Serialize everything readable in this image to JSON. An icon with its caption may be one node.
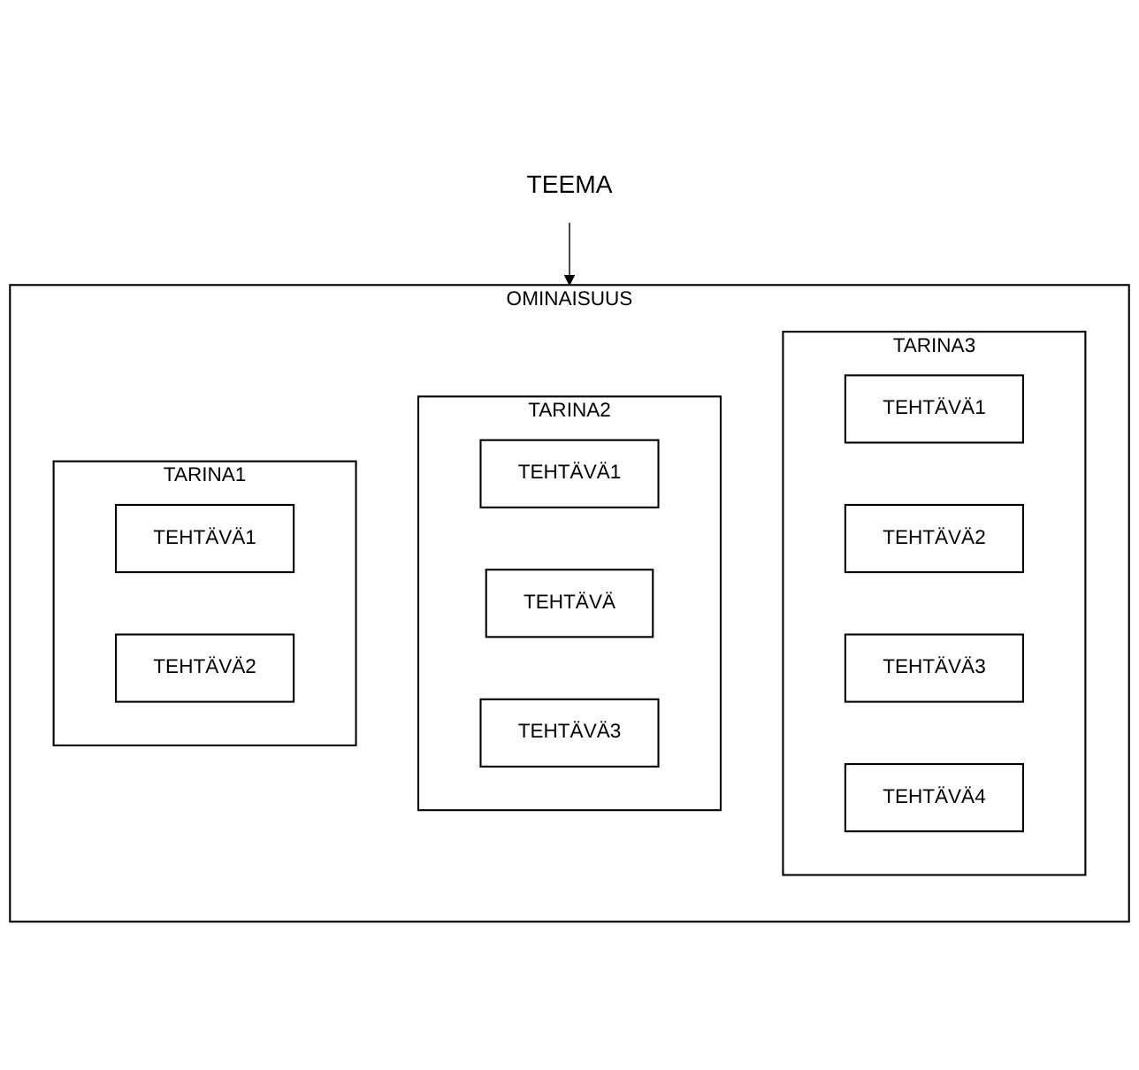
{
  "diagram": {
    "nodes": [
      {
        "text": [
          "TEEMA"
        ]
      },
      {
        "text": [
          "OMINAISUUS"
        ]
      },
      {
        "text": [
          "TARINA1"
        ],
        "in": 1
      },
      {
        "text": [
          "TEHTÄVÄ1"
        ],
        "in": 2
      },
      {
        "text": [
          "TEHTÄVÄ2"
        ],
        "in": 2
      },
      {
        "text": [
          "TARINA2"
        ],
        "in": 1
      },
      {
        "text": [
          "TEHTÄVÄ1"
        ],
        "in": 5
      },
      {
        "text": [
          "TEHTÄVÄ"
        ],
        "in": 5
      },
      {
        "text": [
          "TEHTÄVÄ3"
        ],
        "in": 5
      },
      {
        "text": [
          "TARINA3"
        ],
        "in": 1
      },
      {
        "text": [
          "TEHTÄVÄ1"
        ],
        "in": 9
      },
      {
        "text": [
          "TEHTÄVÄ2"
        ],
        "in": 9
      },
      {
        "text": [
          "TEHTÄVÄ3"
        ],
        "in": 9
      },
      {
        "text": [
          "TEHTÄVÄ4"
        ],
        "in": 9
      }
    ],
    "edges": [
      {
        "from": 0,
        "to": 1,
        "arrow": "to"
      }
    ]
  }
}
